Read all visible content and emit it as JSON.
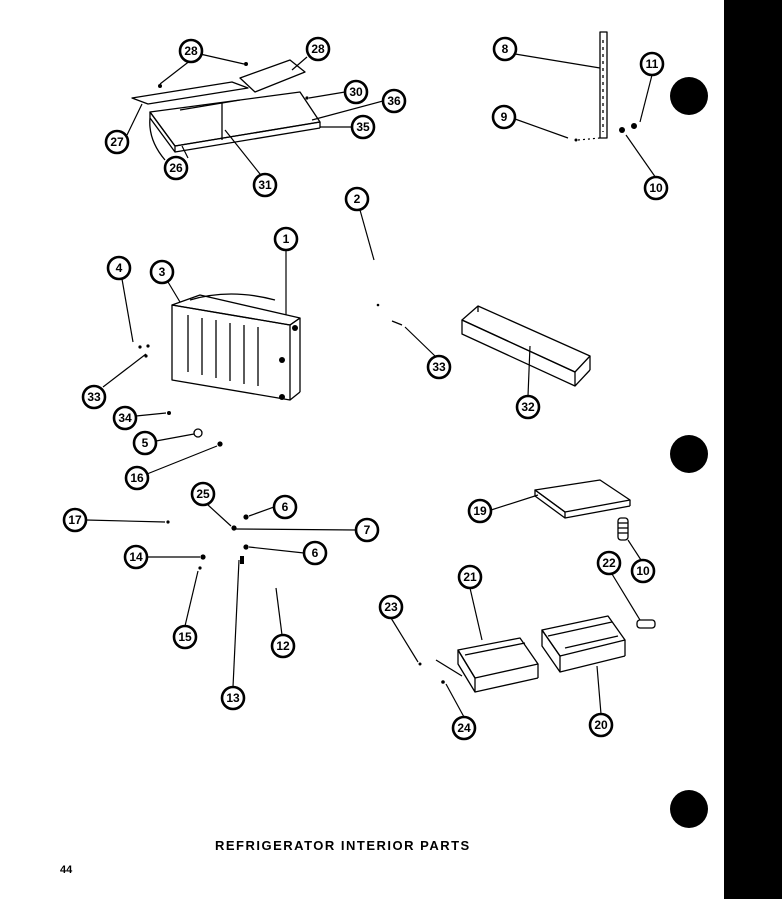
{
  "title": "REFRIGERATOR INTERIOR PARTS",
  "page_number": "44",
  "colors": {
    "ink": "#000000",
    "paper": "#ffffff"
  },
  "callouts": {
    "c1": "1",
    "c2": "2",
    "c3": "3",
    "c4": "4",
    "c5": "5",
    "c6a": "6",
    "c6b": "6",
    "c7": "7",
    "c8": "8",
    "c9": "9",
    "c10a": "10",
    "c10b": "10",
    "c11": "11",
    "c12": "12",
    "c13": "13",
    "c14": "14",
    "c15": "15",
    "c16": "16",
    "c17": "17",
    "c19": "19",
    "c20": "20",
    "c21": "21",
    "c22": "22",
    "c23": "23",
    "c24": "24",
    "c25": "25",
    "c26": "26",
    "c27": "27",
    "c28a": "28",
    "c28b": "28",
    "c30": "30",
    "c31": "31",
    "c32": "32",
    "c33a": "33",
    "c33b": "33",
    "c34": "34",
    "c35": "35",
    "c36": "36"
  }
}
